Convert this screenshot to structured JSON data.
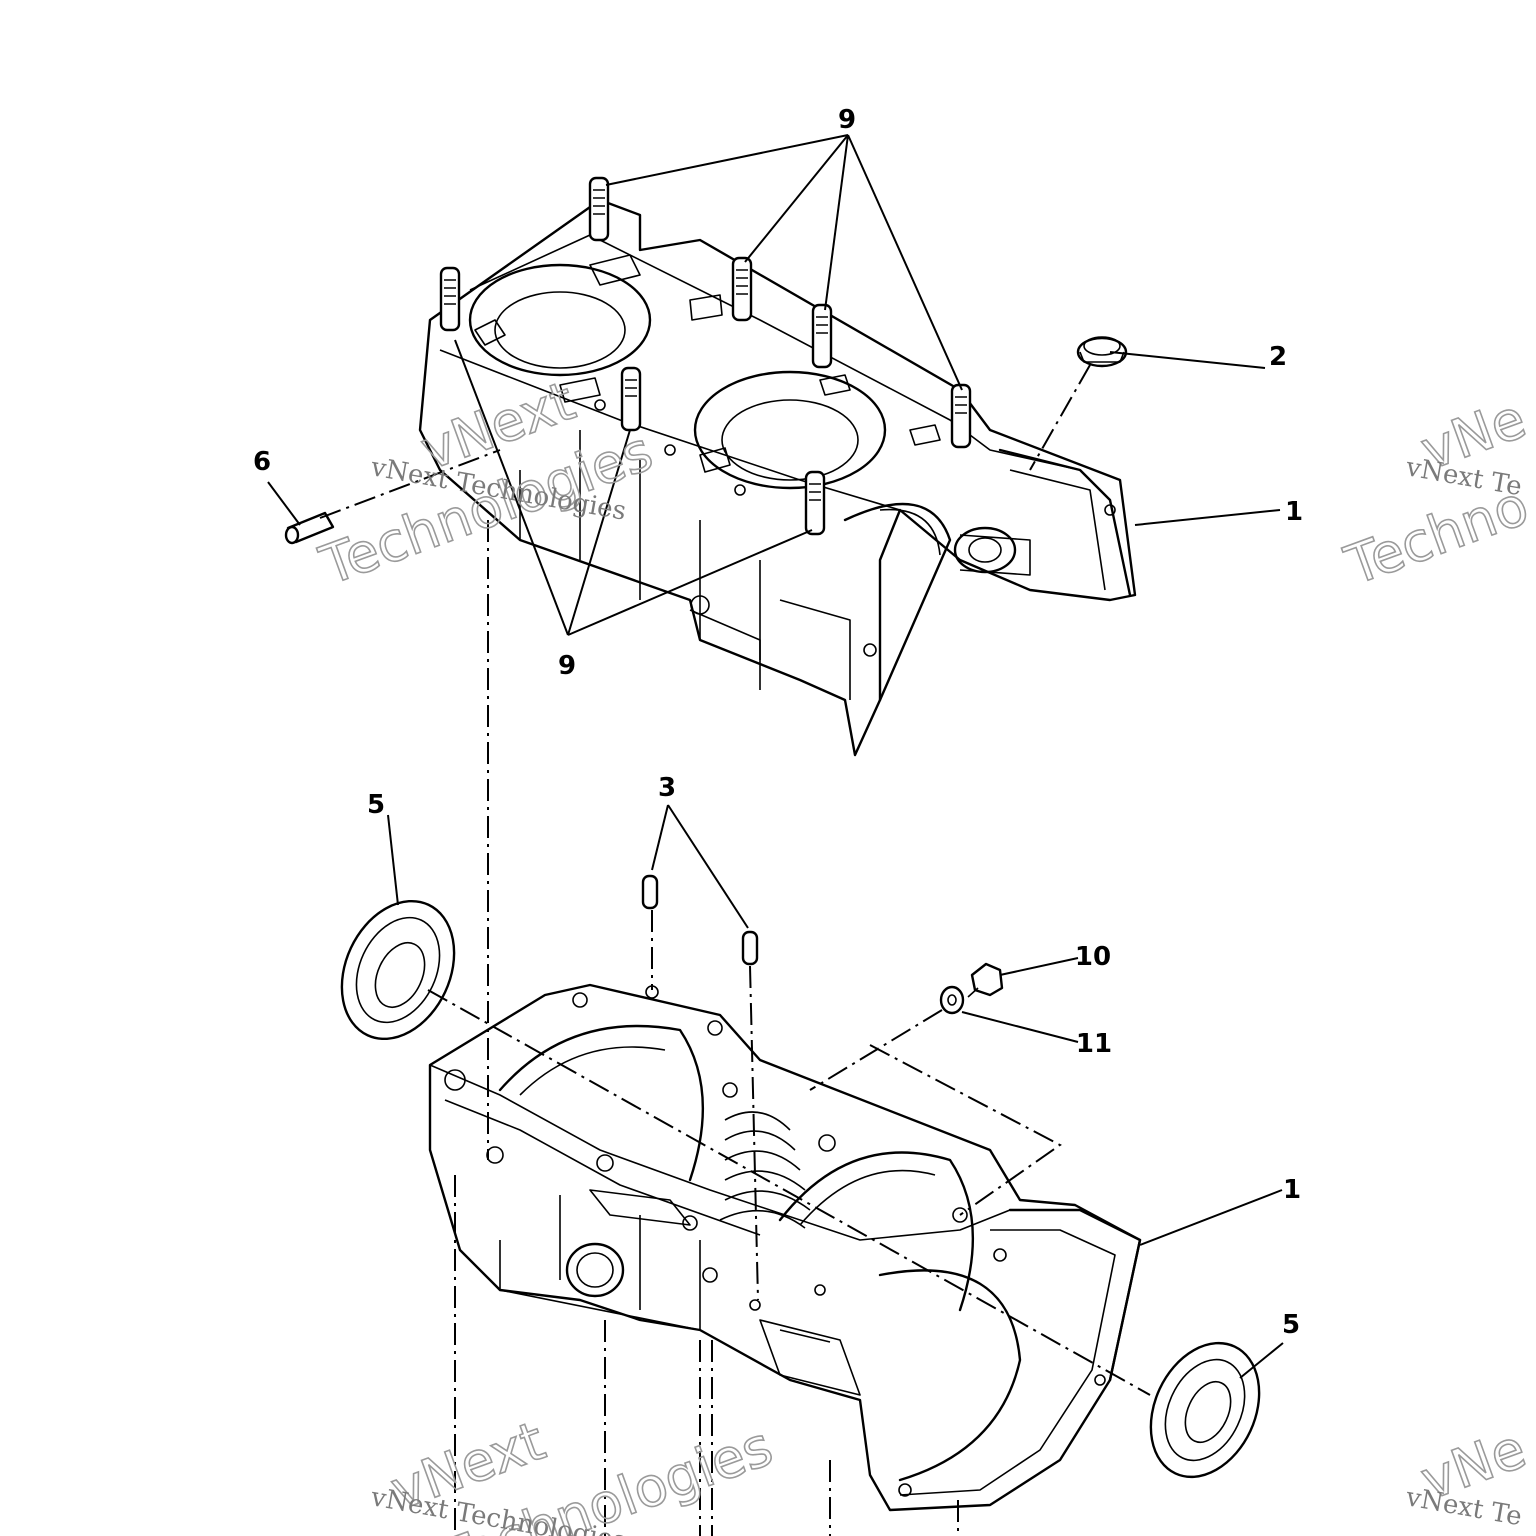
{
  "callouts": {
    "c9_top": "9",
    "c2": "2",
    "c1_upper": "1",
    "c6": "6",
    "c9_bottom": "9",
    "c3": "3",
    "c5_left": "5",
    "c10": "10",
    "c11": "11",
    "c1_lower": "1",
    "c5_right": "5"
  },
  "watermark": {
    "line1": "vNext",
    "line2": "Technologies",
    "caption": "vNext Technologies",
    "edge_caption": "vNext Te",
    "edge_big": "Techno",
    "edge_big2": "vNe"
  }
}
